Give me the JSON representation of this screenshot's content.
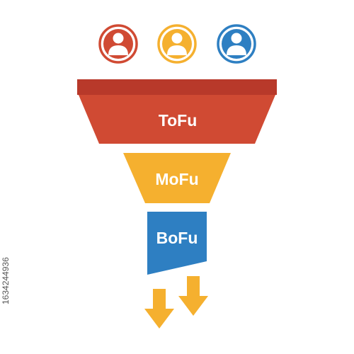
{
  "colors": {
    "red": "#D04A33",
    "red_dark": "#B8392A",
    "orange": "#F5B02F",
    "blue": "#2E7FC2",
    "background": "#FFFFFF"
  },
  "avatars": [
    {
      "icon": "user-avatar-icon",
      "color": "#D04A33"
    },
    {
      "icon": "user-avatar-icon",
      "color": "#F5B02F"
    },
    {
      "icon": "user-avatar-icon",
      "color": "#2E7FC2"
    }
  ],
  "funnel": {
    "stages": [
      {
        "label": "ToFu",
        "color": "#D04A33"
      },
      {
        "label": "MoFu",
        "color": "#F5B02F"
      },
      {
        "label": "BoFu",
        "color": "#2E7FC2"
      }
    ]
  },
  "arrows": [
    {
      "icon": "arrow-down-icon",
      "color": "#F5B02F"
    },
    {
      "icon": "arrow-down-icon",
      "color": "#F5B02F"
    }
  ],
  "watermark": {
    "side_id": "1634244936"
  }
}
